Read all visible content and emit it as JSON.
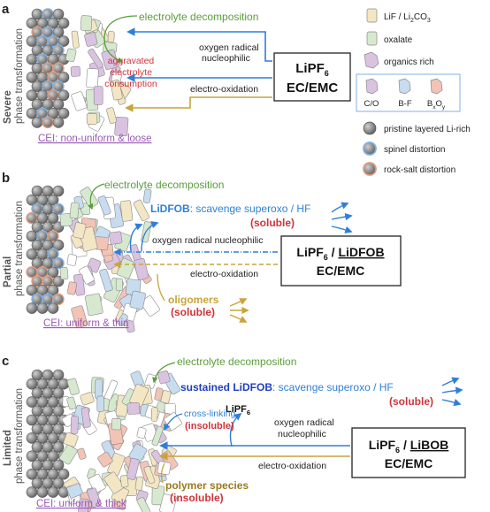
{
  "panels": {
    "a": {
      "letter": "a",
      "side_bold": "Severe",
      "side_text": "phase transformation",
      "decomposition": "electrolyte decomposition",
      "oxygen_line1": "oxygen radical",
      "oxygen_line2": "nucleophilic",
      "aggr_line1": "aggravated",
      "aggr_line2": "electrolyte",
      "aggr_line3": "consumption",
      "electro_oxidation": "electro-oxidation",
      "box_salt": "LiPF",
      "box_salt_sub": "6",
      "box_solvent": "EC/EMC",
      "cei": "CEI: non-uniform & loose"
    },
    "b": {
      "letter": "b",
      "side_bold": "Partial",
      "side_text": "phase transformation",
      "decomposition": "electrolyte decomposition",
      "lidfob": "LiDFOB",
      "scavenge": ": scavenge superoxo / HF",
      "soluble": "(soluble)",
      "oxygen": "oxygen radical nucleophilic",
      "electro_oxidation": "electro-oxidation",
      "oligomers": "oligomers",
      "oligomers_soluble": "(soluble)",
      "box_salt": "LiPF",
      "box_salt_sub": "6",
      "box_sep": " / ",
      "box_additive": "LiDFOB",
      "box_solvent": "EC/EMC",
      "cei": "CEI: uniform & thin"
    },
    "c": {
      "letter": "c",
      "side_bold": "Limited",
      "side_text": "phase transformation",
      "decomposition": "electrolyte decomposition",
      "sustained": "sustained LiDFOB",
      "scavenge": ": scavenge superoxo / HF",
      "soluble": "(soluble)",
      "lipf6": "LiPF",
      "lipf6_sub": "6",
      "crosslinking": "cross-linking",
      "insoluble": "(insoluble)",
      "oxygen_line1": "oxygen radical",
      "oxygen_line2": "nucleophilic",
      "electro_oxidation": "electro-oxidation",
      "polymer": "polymer species",
      "polymer_insoluble": "(insoluble)",
      "box_salt": "LiPF",
      "box_salt_sub": "6",
      "box_sep": " / ",
      "box_additive": "LiBOB",
      "box_solvent": "EC/EMC",
      "cei": "CEI: uniform & thick"
    }
  },
  "legend": {
    "lif": "LiF / Li",
    "lif_sub2": "2",
    "lif_tail": "CO",
    "lif_sub3": "3",
    "oxalate": "oxalate",
    "organics": "organics rich",
    "co": "C/O",
    "bf": "B-F",
    "bxoy_b": "B",
    "bxoy_x": "x",
    "bxoy_o": "O",
    "bxoy_y": "y",
    "pristine": "pristine layered Li-rich",
    "spinel": "spinel distortion",
    "rocksalt": "rock-salt distortion"
  },
  "colors": {
    "green_text": "#5a9e3a",
    "blue_arrow": "#2f7fd8",
    "gold_arrow": "#c9a43a",
    "red_text": "#d0343a",
    "purple_cei": "#9b59b6",
    "lif_fill": "#f3e6c4",
    "oxalate_fill": "#d6e9cf",
    "organics_fill": "#d9c3e0",
    "bf_fill": "#c8dcef",
    "bxoy_fill": "#f2c4b6",
    "particle_fill": "#8c8c8c"
  },
  "icons": [
    "crack-green-arrow",
    "blue-wavy-arrow",
    "gold-arrow",
    "particle-sphere"
  ]
}
